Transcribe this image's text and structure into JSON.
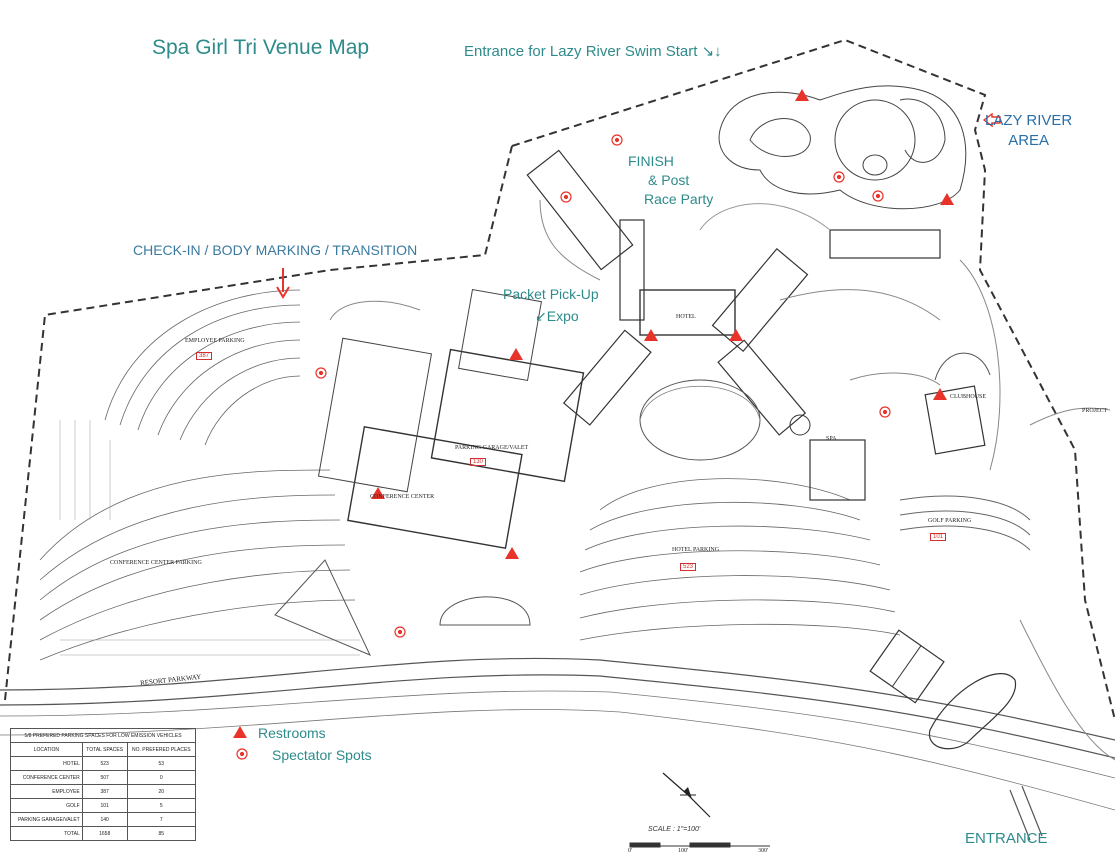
{
  "title": "Spa Girl Tri Venue Map",
  "labels": {
    "lazy_river_entrance": "Entrance for Lazy River Swim Start ↘↓",
    "lazy_river_line1": "LAZY RIVER",
    "lazy_river_line2": "AREA",
    "finish_line1": "FINISH",
    "finish_line2": "& Post",
    "finish_line3": "Race Party",
    "checkin": "CHECK-IN / BODY MARKING / TRANSITION",
    "packet_line1": "Packet Pick-Up",
    "packet_line2": "↙Expo",
    "entrance": "ENTRANCE"
  },
  "legend": {
    "restrooms": "Restrooms",
    "spectators": "Spectator Spots",
    "restroom_color": "#e8332b",
    "spectator_color": "#e8332b"
  },
  "site_labels": {
    "employee_parking": "EMPLOYEE PARKING",
    "conference_center": "CONFERENCE CENTER",
    "conference_parking": "CONFERENCE CENTER PARKING",
    "parking_garage": "PARKING GARAGE/VALET",
    "hotel": "HOTEL",
    "hotel_parking": "HOTEL PARKING",
    "spa": "SPA",
    "clubhouse": "CLUBHOUSE",
    "golf_parking": "GOLF PARKING",
    "resort_parkway": "RESORT PARKWAY",
    "project": "PROJECT",
    "scale": "SCALE : 1\"=100'"
  },
  "parking_table": {
    "caption": "5/8 PREFERED PARKING SPACES FOR LOW EMISSION VEHICLES",
    "headers": [
      "LOCATION",
      "TOTAL SPACES",
      "NO. PREFERED PLACES"
    ],
    "rows": [
      [
        "HOTEL",
        "523",
        "53"
      ],
      [
        "CONFERENCE CENTER",
        "507",
        "0"
      ],
      [
        "EMPLOYEE",
        "387",
        "20"
      ],
      [
        "GOLF",
        "101",
        "5"
      ],
      [
        "PARKING GARAGE/VALET",
        "140",
        "7"
      ],
      [
        "TOTAL",
        "1658",
        "85"
      ]
    ]
  },
  "parking_tags": [
    "387",
    "130",
    "523",
    "101"
  ],
  "scale_ticks": [
    "0'",
    "100'",
    "300'"
  ]
}
